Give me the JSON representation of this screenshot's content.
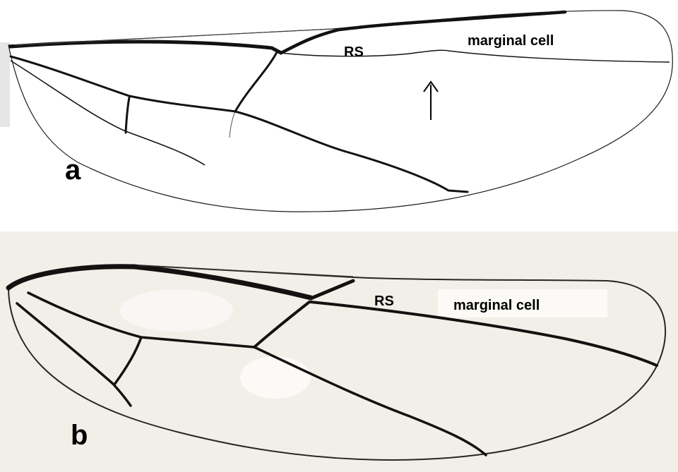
{
  "figure": {
    "panels": [
      {
        "id": "a",
        "letter": "a",
        "labels": {
          "rs": "RS",
          "marginal_cell": "marginal cell"
        },
        "has_arrow": true,
        "background": "#ffffff"
      },
      {
        "id": "b",
        "letter": "b",
        "labels": {
          "rs": "RS",
          "marginal_cell": "marginal cell"
        },
        "has_arrow": false,
        "background": "#f1efe8"
      }
    ],
    "colors": {
      "vein": "#141210",
      "outline": "#2a2622",
      "text": "#000000"
    }
  }
}
